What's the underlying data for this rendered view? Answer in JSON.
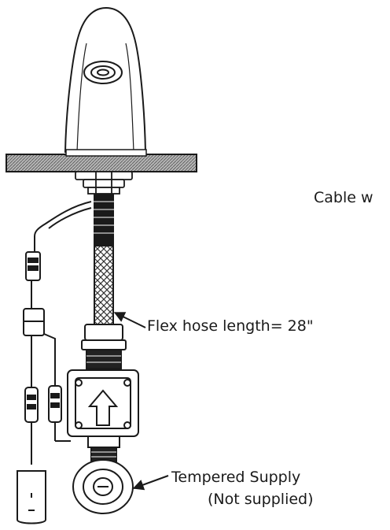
{
  "labels": {
    "cable": "Cable w",
    "flex_hose": "Flex hose length=  28\"",
    "tempered_line1": "Tempered Supply",
    "tempered_line2": "(Not supplied)"
  },
  "colors": {
    "line": "#1a1a1a",
    "counter_fill": "#9a9a9a",
    "background": "#ffffff"
  }
}
